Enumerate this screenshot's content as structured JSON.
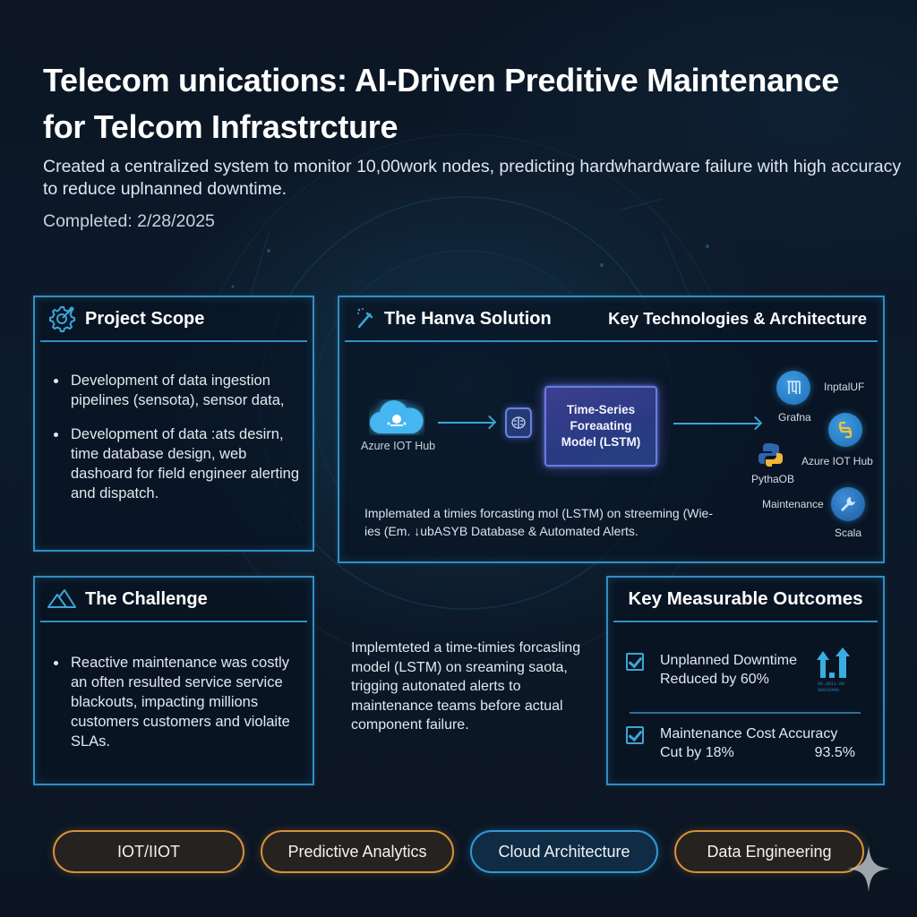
{
  "header": {
    "title": "Telecom unications: AI-Driven Preditive Maintenance for Telcom Infrastrcture",
    "subtitle": "Created a centralized system to monitor 10,00work nodes, predicting hardwhardware failure with high accuracy to reduce uplnanned downtime.",
    "completed": "Completed: 2/28/2025"
  },
  "project_scope": {
    "title": "Project Scope",
    "icon": "gear-icon",
    "bullets": [
      "Development of data ingestion pipelines (sensota), sensor data,",
      "Development of data :ats desirn, time database design, web dashoard for field engineer alerting and dispatch."
    ]
  },
  "solution": {
    "title": "The Hanva Solution",
    "icon": "wand-icon",
    "right_title": "Key Technologies & Architecture",
    "flow": {
      "source_label": "Azure IOT Hub",
      "model_label": "Time-Series Foreaating Model (LSTM)"
    },
    "technologies": [
      {
        "label": "InptalUF",
        "icon": "grafana-icon"
      },
      {
        "label": "Grafna",
        "icon": "grafana-icon"
      },
      {
        "label": "Azure IOT Hub",
        "icon": "python-icon"
      },
      {
        "label": "PythaOB",
        "icon": "python-icon"
      },
      {
        "label": "Maintenance",
        "icon": "wrench-icon"
      },
      {
        "label": "Scala",
        "icon": "wrench-icon"
      }
    ],
    "description": "Implemated a timies forcasting mol (LSTM) on streeming (Wie-ies (Em. ↓ubASYB Database & Automated Alerts."
  },
  "challenge": {
    "title": "The Challenge",
    "icon": "mountain-icon",
    "bullets": [
      "Reactive maintenance was costly an often resulted service service blackouts, impacting millions customers customers and violaite SLAs."
    ]
  },
  "middle_text": "Implemteted a time-timies forcasling model (LSTM) on sreaming saota, trigging autonated alerts to maintenance teams before actual component failure.",
  "outcomes": {
    "title": "Key Measurable Outcomes",
    "items": [
      {
        "line1": "Unplanned Downtime",
        "line2": "Reduced by 60%",
        "extra": ""
      },
      {
        "line1": "Maintenance Cost Accuracy",
        "line2": "Cut by 18%",
        "extra": "93.5%"
      }
    ]
  },
  "tags": [
    {
      "label": "IOT/IIOT",
      "color": "#d9903a"
    },
    {
      "label": "Predictive Analytics",
      "color": "#d9903a"
    },
    {
      "label": "Cloud Architecture",
      "color": "#2e9ad6"
    },
    {
      "label": "Data Engineering",
      "color": "#d9903a"
    }
  ],
  "colors": {
    "accent_blue": "#2e8fc4",
    "accent_orange": "#d9903a",
    "background": "#0c1624"
  }
}
